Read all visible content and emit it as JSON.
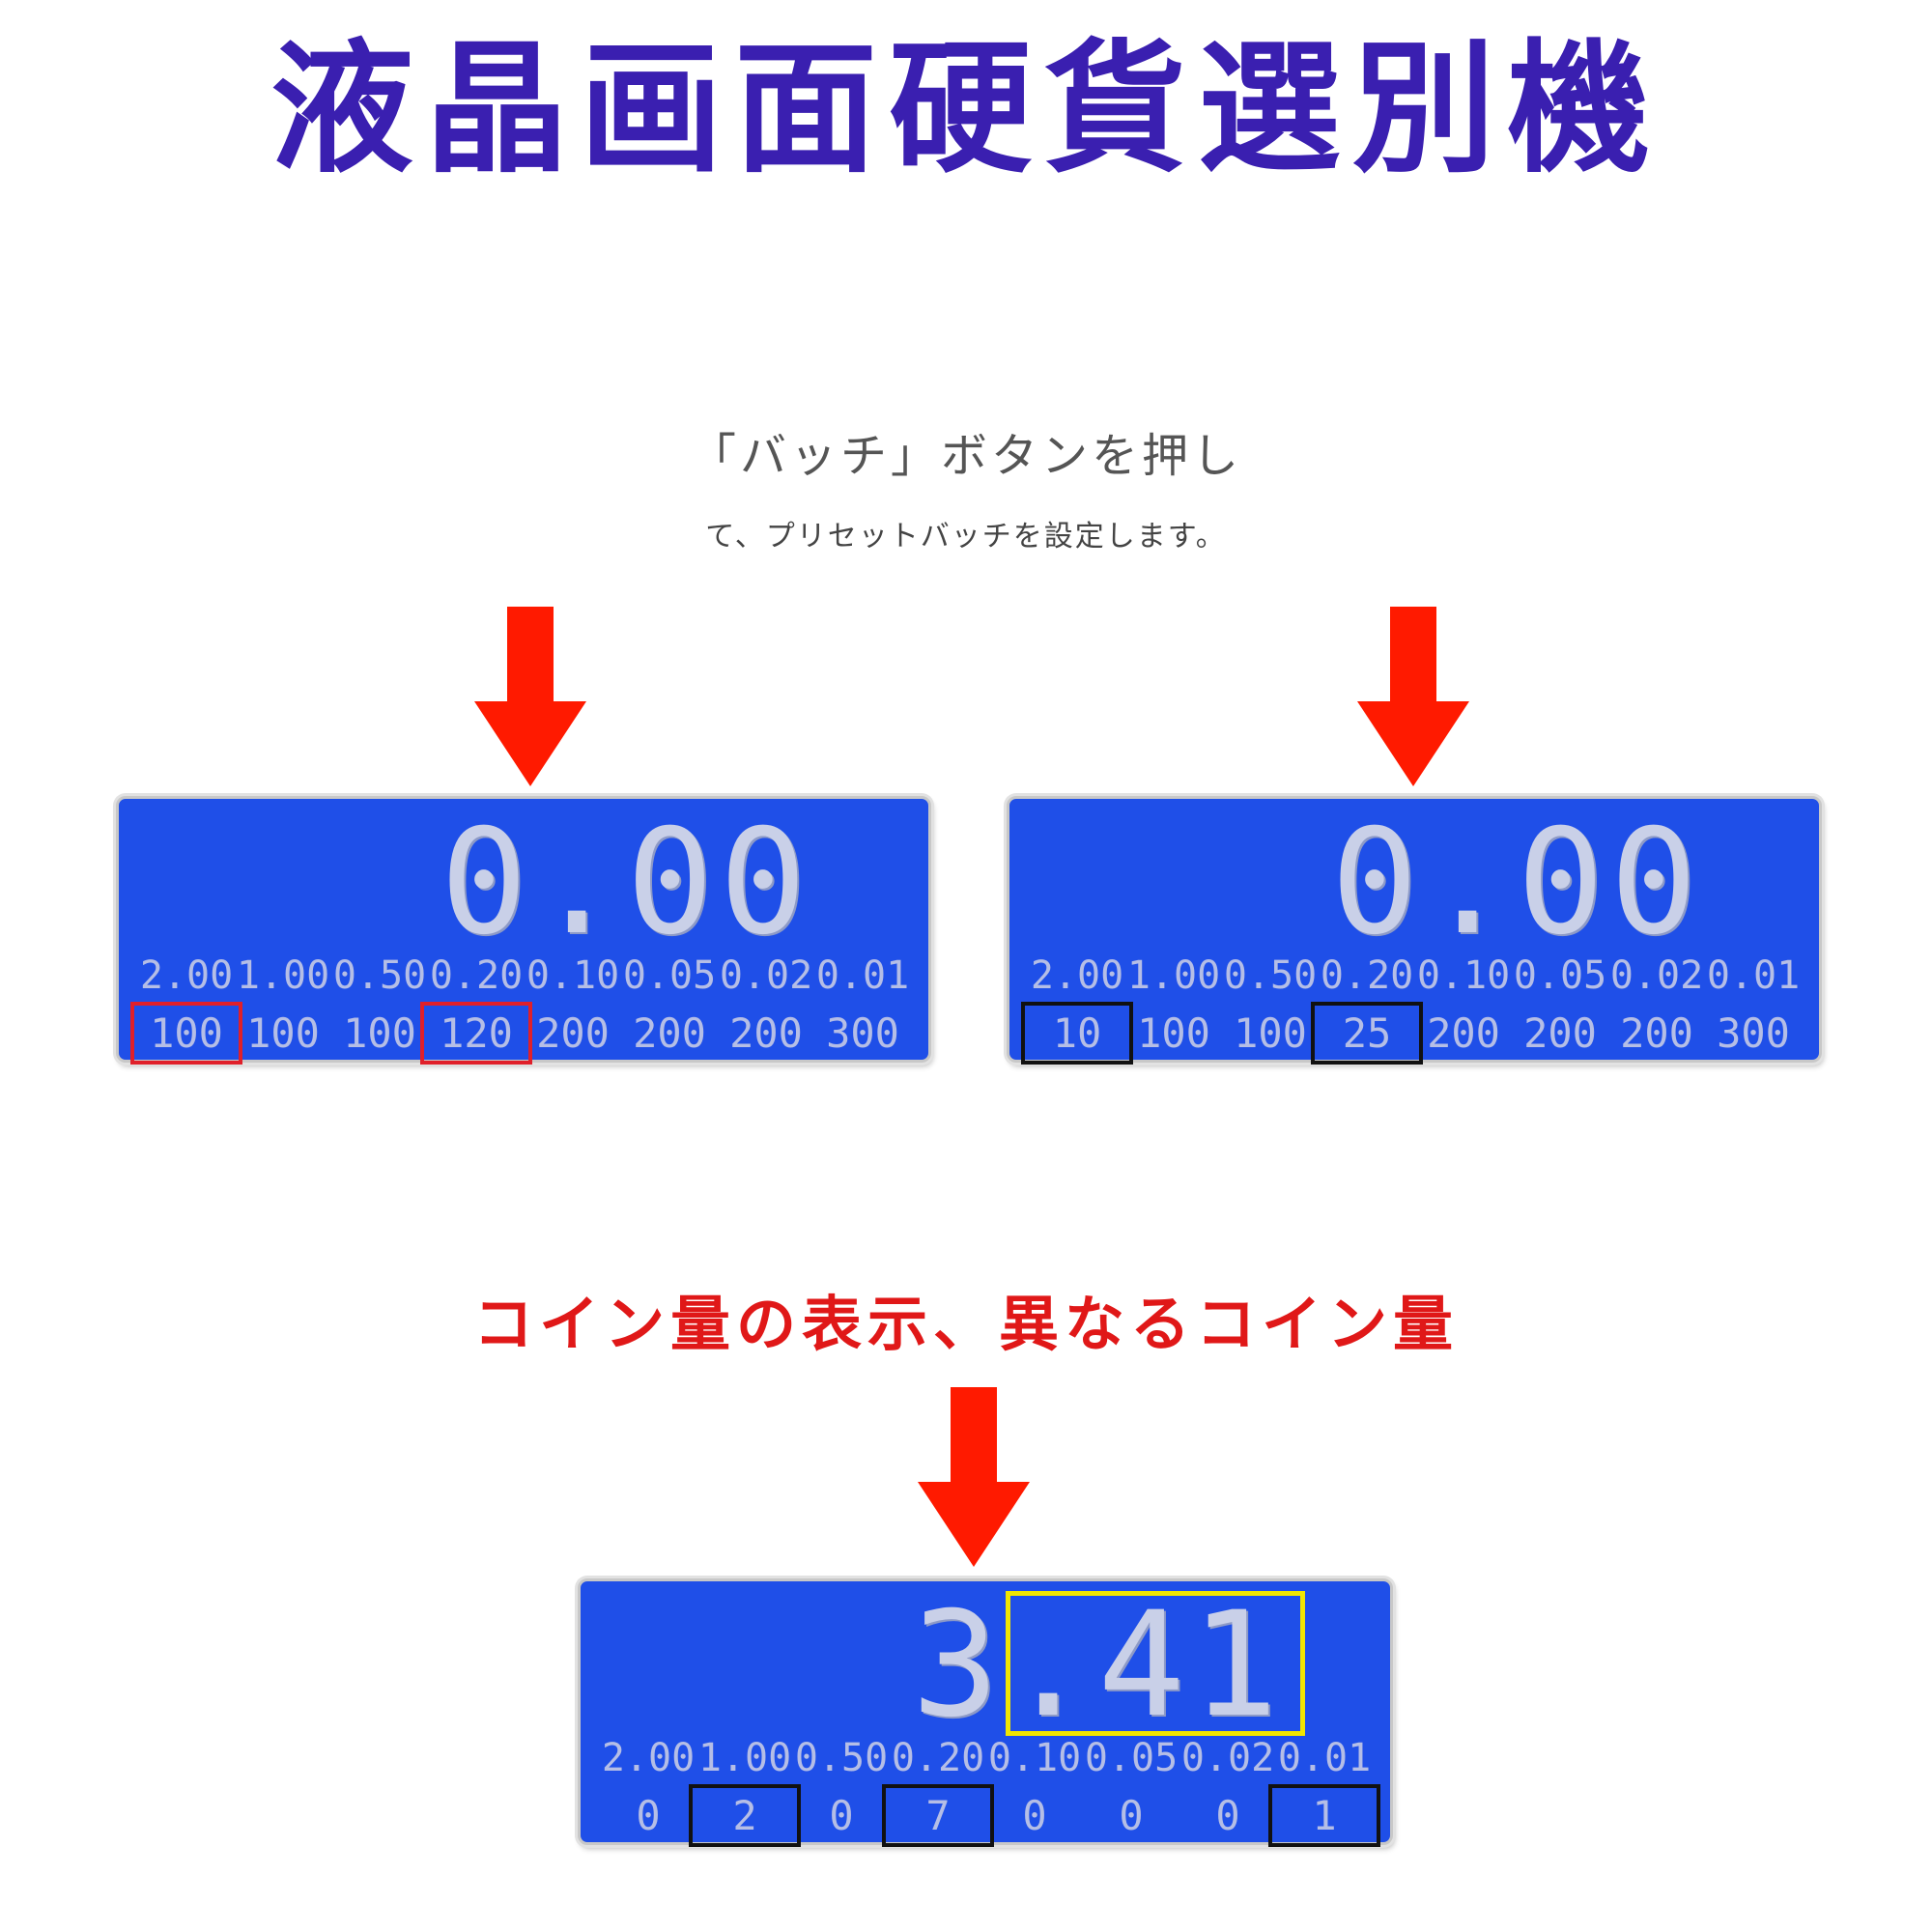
{
  "title": "液晶画面硬貨選別機",
  "instruction": {
    "line1": "「バッチ」ボタンを押し",
    "line2": "て、プリセットバッチを設定します。"
  },
  "subtitle": "コイン量の表示、異なるコイン量",
  "colors": {
    "title": "#3a1fb0",
    "subtitle": "#e01818",
    "arrow": "#ff1a00",
    "lcd_background": "#1f4fe8",
    "highlight_red": "#e0202a",
    "highlight_black": "#111111",
    "highlight_yellow": "#f0e600"
  },
  "arrow_icon": "arrow-down-icon",
  "displays": [
    {
      "big_value": "0.00",
      "denominations": [
        "2.00",
        "1.00",
        "0.50",
        "0.20",
        "0.10",
        "0.05",
        "0.02",
        "0.01"
      ],
      "counts": [
        "100",
        "100",
        "100",
        "120",
        "200",
        "200",
        "200",
        "300"
      ]
    },
    {
      "big_value": "0.00",
      "denominations": [
        "2.00",
        "1.00",
        "0.50",
        "0.20",
        "0.10",
        "0.05",
        "0.02",
        "0.01"
      ],
      "counts": [
        "10",
        "100",
        "100",
        "25",
        "200",
        "200",
        "200",
        "300"
      ]
    },
    {
      "big_value": "3.41",
      "denominations": [
        "2.00",
        "1.00",
        "0.50",
        "0.20",
        "0.10",
        "0.05",
        "0.02",
        "0.01"
      ],
      "counts": [
        "0",
        "2",
        "0",
        "7",
        "0",
        "0",
        "0",
        "1"
      ]
    }
  ]
}
